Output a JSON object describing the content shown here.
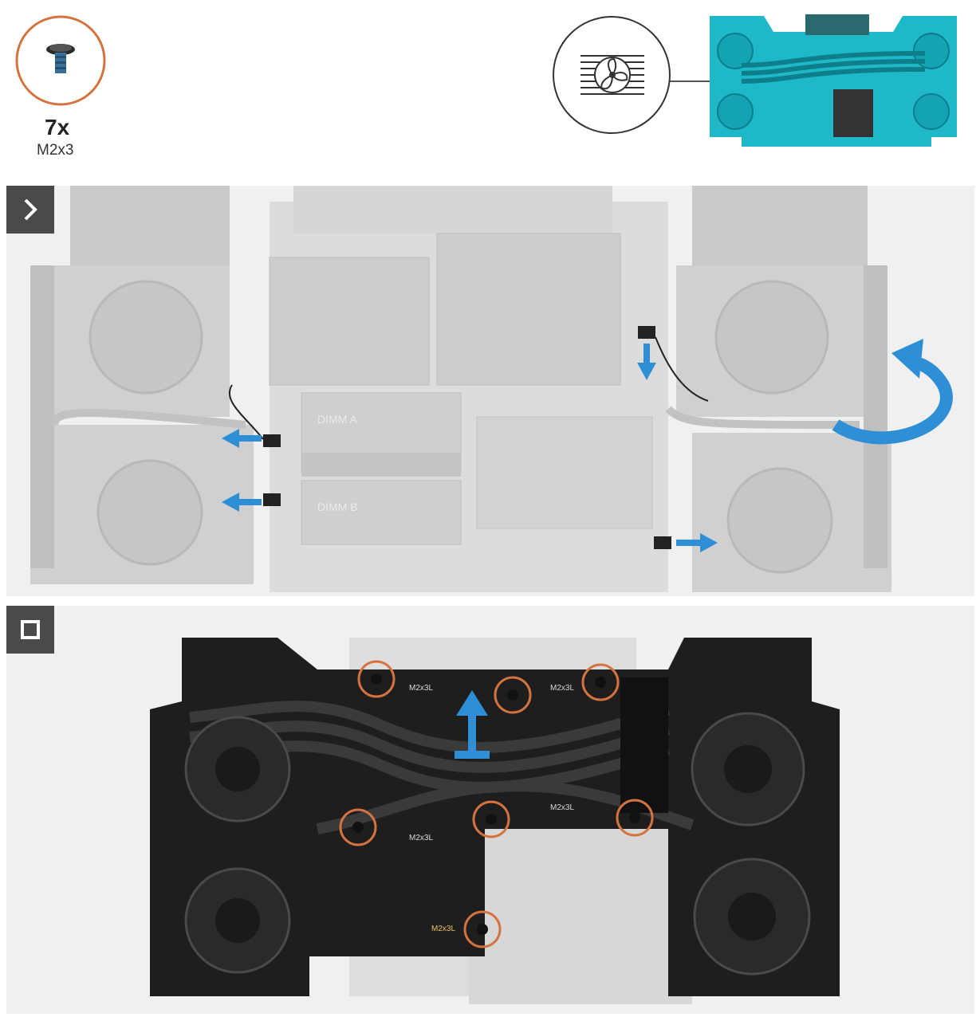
{
  "header": {
    "screw_count": "7x",
    "screw_spec": "M2x3"
  },
  "step1": {
    "label_dimm_a": "DIMM A",
    "label_dimm_b": "DIMM B"
  },
  "step2": {
    "screw_labels": [
      "M2x3L",
      "M2x3L",
      "M2x3L",
      "M2x3L",
      "M2x3L"
    ]
  },
  "colors": {
    "accent_arrow": "#2e8fd6",
    "screw_circle": "#d4733f",
    "thermal_module": "#1fb8c8",
    "badge": "#4a4a4a"
  },
  "icons": {
    "step_next": "chevron-right-icon",
    "step_done": "square-icon",
    "thermal": "fan-icon"
  }
}
